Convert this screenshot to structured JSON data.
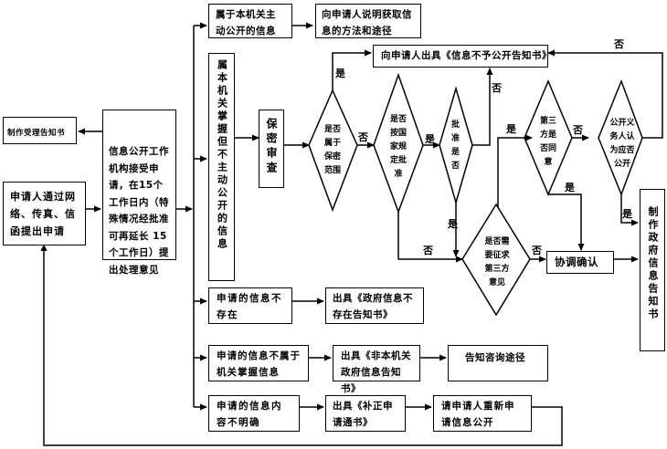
{
  "nodes": {
    "receipt_notice": "制作受理告知书",
    "applicant": "申请人通过网络、传真、信函提出申请",
    "office": "信息公开工作机构接受申请，在15个工作日内（特殊情况经批准可再延长 15 个工作日）提出处理意见",
    "active_public": "属于本机关主动公开的信息",
    "explain_method": "向申请人说明获取信息的方法和途径",
    "held_not_public": "属本机关掌握但不主动公开的信息",
    "secrecy_review": "保密审查",
    "deny_notice": "向申请人出具《信息不予公开告知书》",
    "q_secret": "是否属于保密范围",
    "q_state_approval": "是否按国家规定批准",
    "q_approved": "批准是否",
    "q_third_party_consult": "是否需要征求第三方意见",
    "q_third_party_agree": "第三方是否同意",
    "q_public_interest": "公开义务人认为应否公开",
    "coordinate": "协调确认",
    "make_notice": "制作政府信息告知书",
    "not_exist": "申请的信息不存在",
    "not_exist_notice": "出具《政府信息不存在告知书》",
    "not_held": "申请的信息不属于机关掌握信息",
    "not_held_notice": "出具《非本机关政府信息告知书》",
    "inform_channel": "告知咨询途径",
    "unclear": "申请的信息内容不明确",
    "correction_notice": "出具《补正申请通书》",
    "reapply": "请申请人重新申请信息公开"
  },
  "edge_labels": {
    "yes": "是",
    "no": "否"
  },
  "colors": {
    "line": "#000000",
    "background": "#ffffff"
  }
}
